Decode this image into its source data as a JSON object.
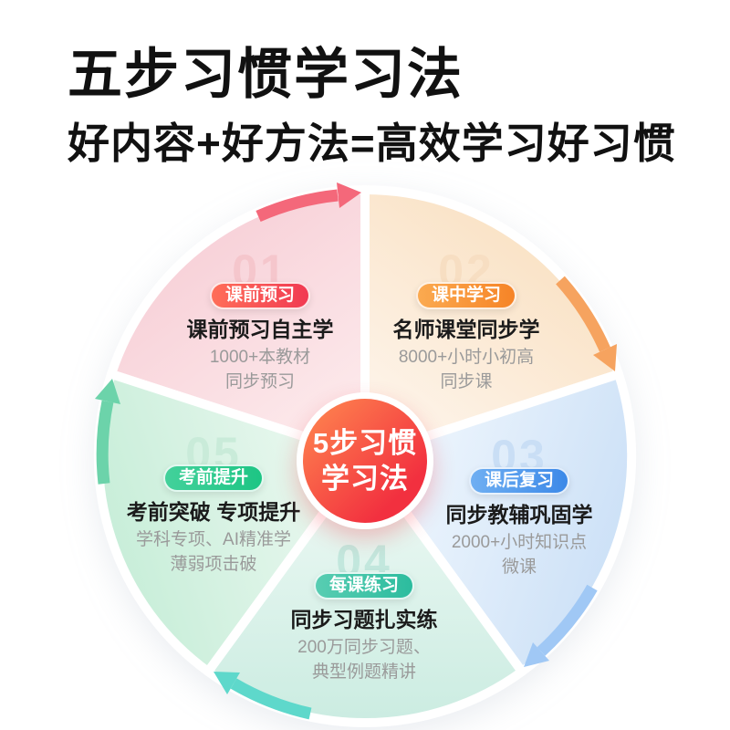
{
  "header": {
    "title": "五步习惯学习法",
    "subtitle": "好内容+好方法=高效学习好习惯"
  },
  "center": {
    "line1": "5步习惯",
    "line2": "学习法",
    "color_start": "#FF8A50",
    "color_end": "#F2303F"
  },
  "steps": [
    {
      "number": "01",
      "badge": "课前预习",
      "title": "课前预习自主学",
      "desc_line1": "1000+本教材",
      "desc_line2": "同步预习",
      "number_color": "#F5C6CC",
      "badge_color_start": "#FF6E59",
      "badge_color_end": "#F13A52",
      "slice_outer": "#F8D2D9",
      "slice_inner": "#FDEEEF",
      "arrow_color": "#F4687A"
    },
    {
      "number": "02",
      "badge": "课中学习",
      "title": "名师课堂同步学",
      "desc_line1": "8000+小时小初高",
      "desc_line2": "同步课",
      "number_color": "#F7DEC2",
      "badge_color_start": "#FBAA50",
      "badge_color_end": "#F68427",
      "slice_outer": "#FAE3C7",
      "slice_inner": "#FEF7F0",
      "arrow_color": "#F6A35F"
    },
    {
      "number": "03",
      "badge": "课后复习",
      "title": "同步教辅巩固学",
      "desc_line1": "2000+小时知识点",
      "desc_line2": "微课",
      "number_color": "#C9DEF5",
      "badge_color_start": "#6FAFF2",
      "badge_color_end": "#3C89E8",
      "slice_outer": "#CDE1F7",
      "slice_inner": "#F3F9FE",
      "arrow_color": "#A0C8F5"
    },
    {
      "number": "04",
      "badge": "每课练习",
      "title": "同步习题扎实练",
      "desc_line1": "200万同步习题、",
      "desc_line2": "典型例题精讲",
      "number_color": "#C2E7DD",
      "badge_color_start": "#58CDB2",
      "badge_color_end": "#2CBC9E",
      "slice_outer": "#CBECE1",
      "slice_inner": "#F0FAF6",
      "arrow_color": "#5ED8CB"
    },
    {
      "number": "05",
      "badge": "考前提升",
      "title": "考前突破 专项提升",
      "desc_line1": "学科专项、AI精准学",
      "desc_line2": "薄弱项击破",
      "number_color": "#C9EBD9",
      "badge_color_start": "#43D19B",
      "badge_color_end": "#1DC584",
      "slice_outer": "#C8EED9",
      "slice_inner": "#EFF9F3",
      "arrow_color": "#6CD3AA"
    }
  ]
}
